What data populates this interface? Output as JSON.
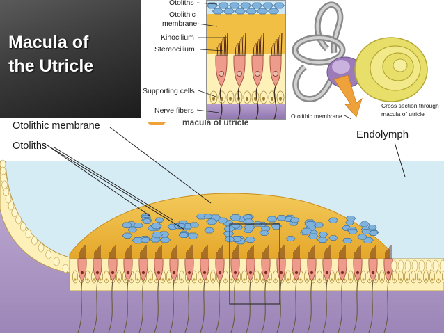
{
  "slide": {
    "title_line1": "Macula of",
    "title_line2": "the Utricle"
  },
  "inset_labels": {
    "otoliths": "Otoliths",
    "otolithic_membrane_line1": "Otolithic",
    "otolithic_membrane_line2": "membrane",
    "kinocilium": "Kinocilium",
    "stereocilium": "Stereocilium",
    "supporting_cells": "Supporting cells",
    "nerve_fibers": "Nerve fibers"
  },
  "ear_labels": {
    "cross_section_line1": "Cross section through",
    "cross_section_line2": "macula of utricle",
    "otolithic_membrane": "Otolithic membrane"
  },
  "main_labels": {
    "otolithic_membrane": "Otolithic membrane",
    "otoliths": "Otoliths",
    "endolymph": "Endolymph",
    "partial_caption": "macula of utricle"
  },
  "colors": {
    "endolymph": "#d6ecf5",
    "gelatin": "#f0b93a",
    "otolith": "#7fb2dc",
    "hair_cell": "#ef9b8c",
    "supporting_cell": "#fdf0b8",
    "tissue": "#b8a2cc"
  }
}
